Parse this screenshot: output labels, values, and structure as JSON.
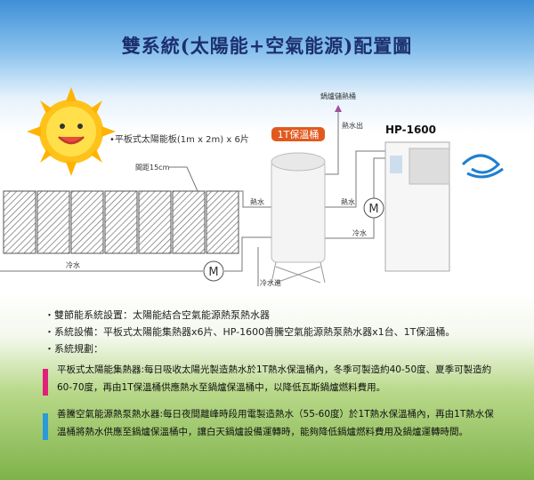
{
  "title": "雙系統(太陽能+空氣能源)配置圖",
  "diagram": {
    "panel_label": "•平板式太陽能板(1m x 2m) x 6片",
    "spacing_label": "間距15cm",
    "tank_label": "1T保溫桶",
    "boiler_label": "鍋爐儲熱桶",
    "hot_out": "熱水出",
    "hot_left": "熱水",
    "hot_right": "熱水",
    "cold_right": "冷水",
    "cold_bottom": "冷水",
    "cold_in": "冷水進",
    "pump": "M",
    "unit_model": "HP-1600"
  },
  "bullets": [
    "雙節能系統設置：太陽能結合空氣能源熱泵熱水器",
    "系統設備：平板式太陽能集熱器x6片、HP-1600善騰空氣能源熱泵熱水器x1台、1T保溫桶。",
    "系統規劃："
  ],
  "plans": [
    "平板式太陽能集熱器:每日吸收太陽光製造熱水於1T熱水保溫桶內，冬季可製造約40-50度、夏季可製造約60-70度，再由1T保溫桶供應熱水至鍋爐保溫桶中，以降低瓦斯鍋爐燃料費用。",
    "善騰空氣能源熱泵熱水器:每日夜間離峰時段用電製造熱水（55-60度）於1T熱水保溫桶內，再由1T熱水保溫桶將熱水供應至鍋爐保溫桶中，讓白天鍋爐設備運轉時，能夠降低鍋爐燃料費用及鍋爐運轉時間。"
  ],
  "colors": {
    "title": "#1c2f6e",
    "tank_badge": "#e05a1e",
    "pipe": "#666",
    "arrow": "#a0509a"
  }
}
